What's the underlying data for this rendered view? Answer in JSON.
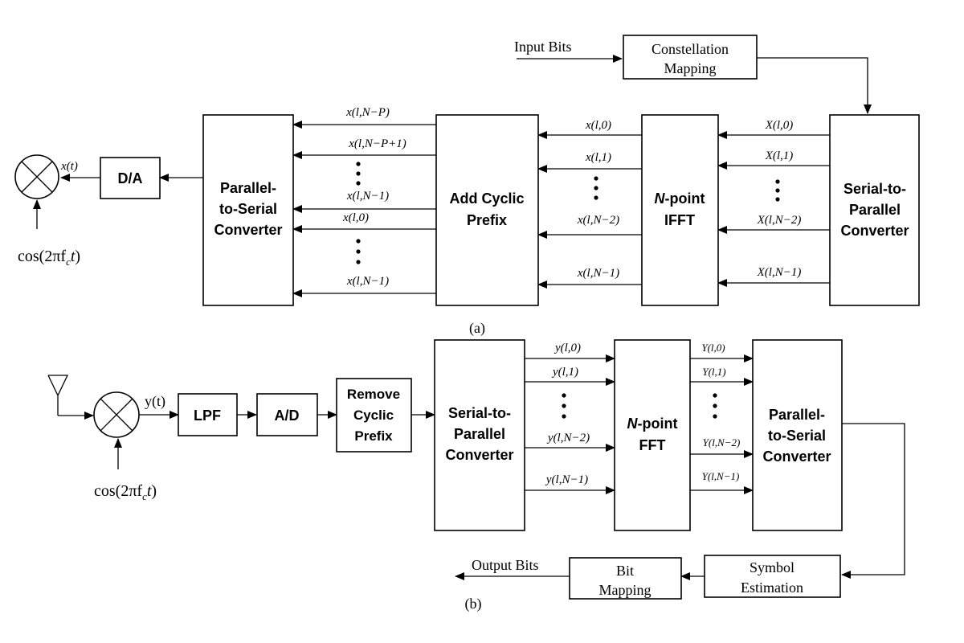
{
  "panel_a": {
    "caption": "(a)",
    "input_bits": "Input Bits",
    "constellation": [
      "Constellation",
      "Mapping"
    ],
    "serial_to_parallel": [
      "Serial-to-",
      "Parallel",
      "Converter"
    ],
    "ifft": [
      "N-point",
      "IFFT"
    ],
    "ifft_n": "N",
    "ifft_rest": "-point",
    "add_cp": [
      "Add Cyclic",
      "Prefix"
    ],
    "parallel_to_serial": [
      "Parallel-",
      "to-Serial",
      "Converter"
    ],
    "da": "D/A",
    "xt": "x(t)",
    "cos": "cos(2πf",
    "cos_sub": "c",
    "cos_tail": "t)",
    "X_labels": [
      "X(l,0)",
      "X(l,1)",
      "X(l,N−2)",
      "X(l,N−1)"
    ],
    "x_labels": [
      "x(l,0)",
      "x(l,1)",
      "x(l,N−2)",
      "x(l,N−1)"
    ],
    "cp_labels": [
      "x(l,N−P)",
      "x(l,N−P+1)",
      "x(l,N−1)",
      "x(l,0)",
      "x(l,N−1)"
    ]
  },
  "panel_b": {
    "caption": "(b)",
    "yt": "y(t)",
    "lpf": "LPF",
    "ad": "A/D",
    "remove_cp": [
      "Remove",
      "Cyclic",
      "Prefix"
    ],
    "serial_to_parallel": [
      "Serial-to-",
      "Parallel",
      "Converter"
    ],
    "fft_n": "N",
    "fft_rest": "-point",
    "fft": "FFT",
    "parallel_to_serial": [
      "Parallel-",
      "to-Serial",
      "Converter"
    ],
    "symbol_estimation": [
      "Symbol",
      "Estimation"
    ],
    "bit_mapping": [
      "Bit",
      "Mapping"
    ],
    "output_bits": "Output Bits",
    "cos": "cos(2πf",
    "cos_sub": "c",
    "cos_tail": "t)",
    "y_labels": [
      "y(l,0)",
      "y(l,1)",
      "y(l,N−2)",
      "y(l,N−1)"
    ],
    "Y_labels": [
      "Y(l,0)",
      "Y(l,1)",
      "Y(l,N−2)",
      "Y(l,N−1)"
    ]
  }
}
